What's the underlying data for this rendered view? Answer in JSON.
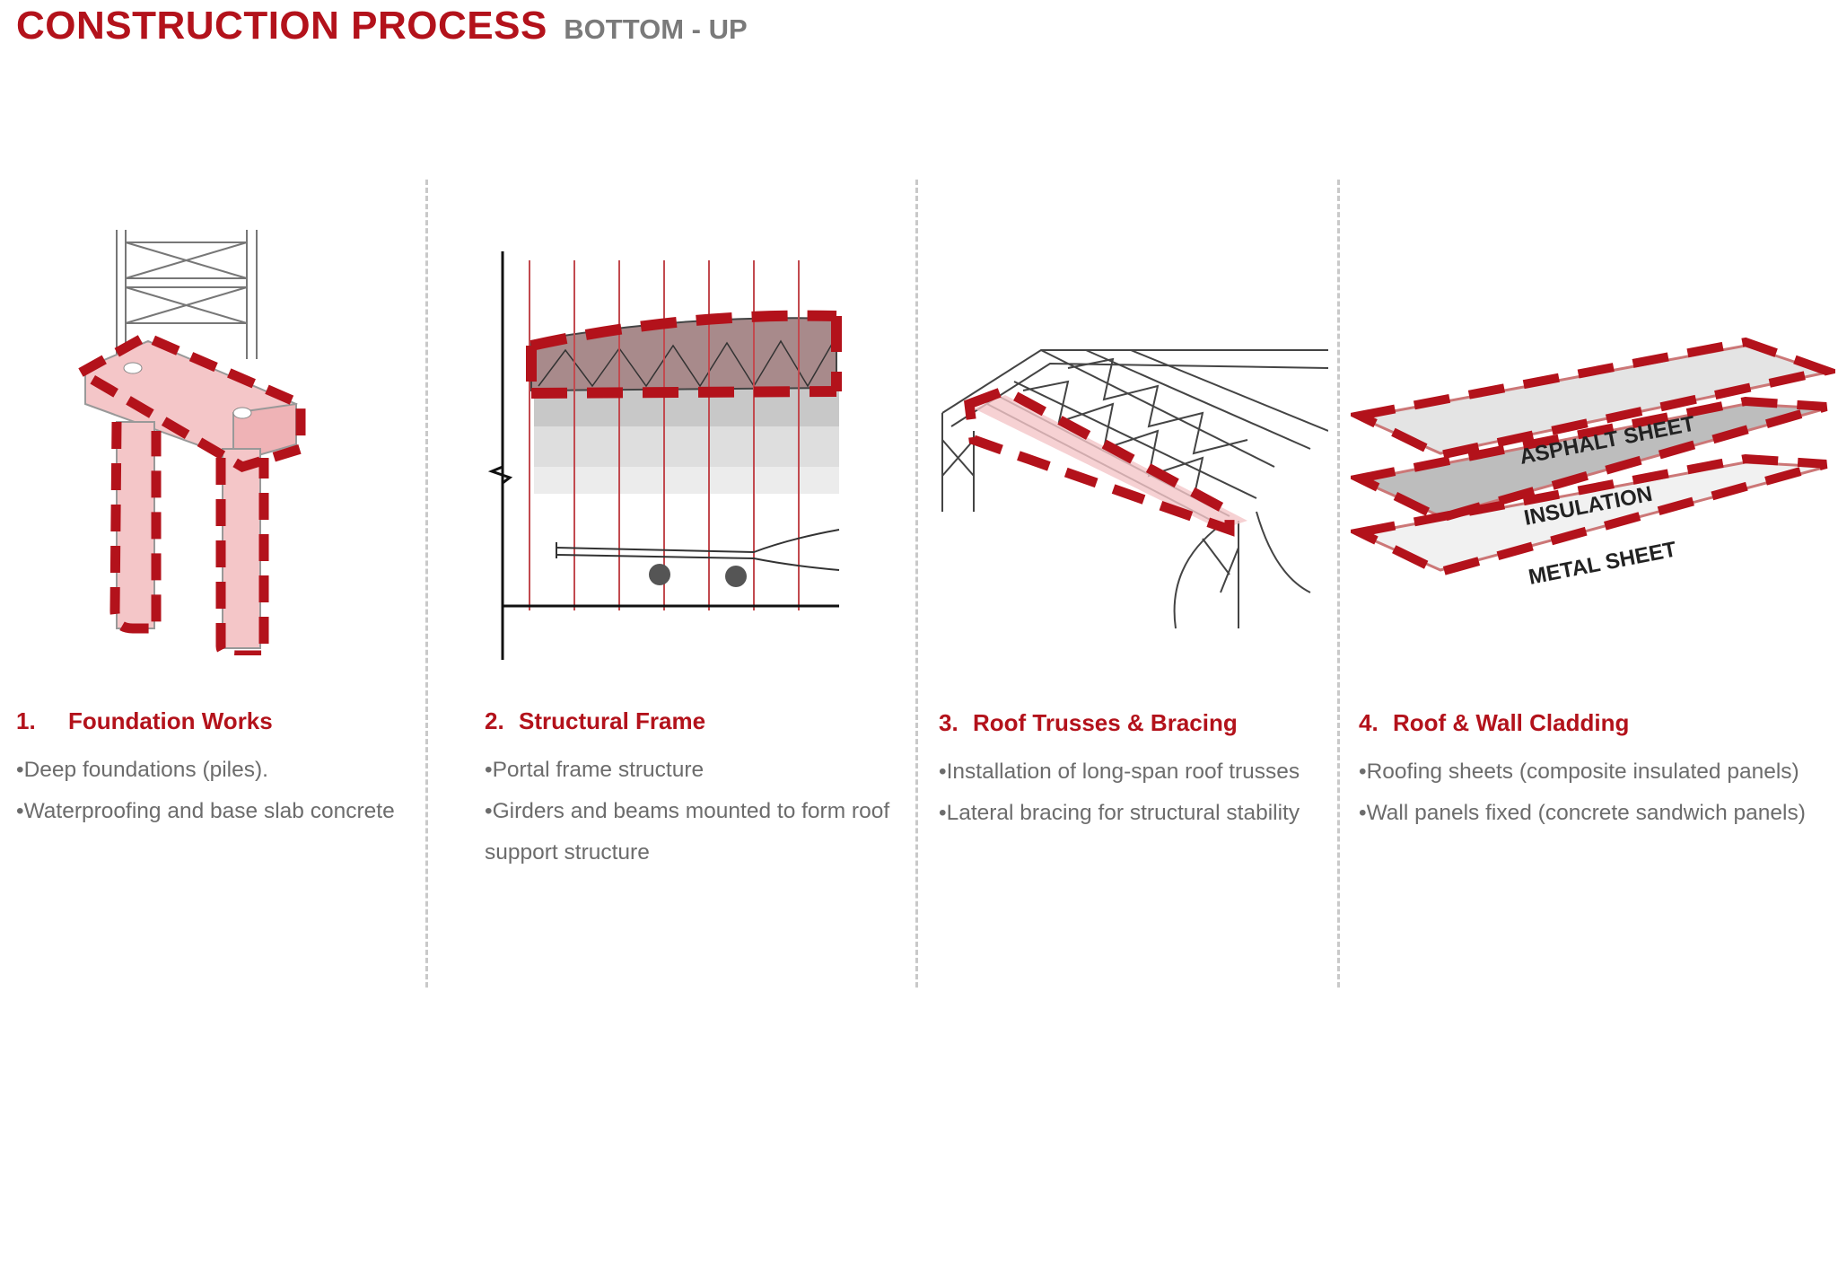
{
  "header": {
    "title": "CONSTRUCTION PROCESS",
    "subtitle": "BOTTOM - UP"
  },
  "colors": {
    "accent_red": "#b3121b",
    "highlight_fill": "#f4c6c8",
    "text_gray": "#6c6c6c",
    "divider_gray": "#c9c9c9"
  },
  "steps": [
    {
      "number": "1.",
      "title": "Foundation Works",
      "illustration": "foundation-piles-icon",
      "bullets": [
        "•Deep foundations (piles).",
        "•Waterproofing and base slab concrete"
      ]
    },
    {
      "number": "2.",
      "title": "Structural Frame",
      "illustration": "hangar-frame-section-icon",
      "bullets": [
        "•Portal frame structure",
        "•Girders and beams mounted to form roof support structure"
      ]
    },
    {
      "number": "3.",
      "title": "Roof Trusses & Bracing",
      "illustration": "roof-truss-icon",
      "bullets": [
        "•Installation of long-span roof trusses",
        "•Lateral bracing for structural stability"
      ]
    },
    {
      "number": "4.",
      "title": "Roof & Wall Cladding",
      "illustration": "cladding-layers-icon",
      "bullets": [
        "•Roofing sheets (composite insulated panels)",
        "•Wall panels fixed (concrete sandwich panels)"
      ],
      "layer_labels": [
        "ASPHALT SHEET",
        "INSULATION",
        "METAL SHEET"
      ]
    }
  ]
}
